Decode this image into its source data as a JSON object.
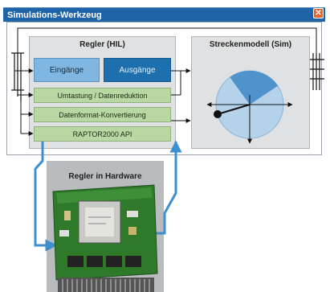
{
  "window": {
    "title": "Simulations-Werkzeug",
    "close_glyph": "✕"
  },
  "controller": {
    "title": "Regler (HIL)",
    "inputs_label": "Eingänge",
    "outputs_label": "Ausgänge",
    "layers": [
      "Umtastung / Datenreduktion",
      "Datenformat-Konvertierung",
      "RAPTOR2000 API"
    ]
  },
  "plant": {
    "title": "Streckenmodell (Sim)"
  },
  "hardware": {
    "title": "Regler in Hardware"
  },
  "colors": {
    "title_bar": "#1f64a8",
    "close": "#e8652b",
    "input_box": "#7fb6e2",
    "output_box": "#1e6fae",
    "layer": "#b9d7a3",
    "panel": "#dfe1e3",
    "gauge_fill": "#b4d3ea",
    "gauge_sector": "#4e93cb",
    "link": "#3d8fd0",
    "pcb": "#2f7a2a"
  }
}
